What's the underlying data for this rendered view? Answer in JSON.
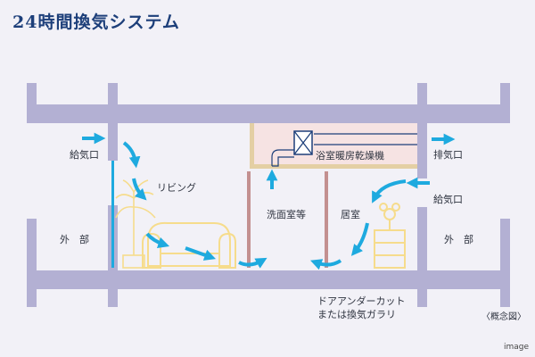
{
  "title": "24時間換気システム",
  "labels": {
    "supply_left": "給気口",
    "exhaust": "排気口",
    "supply_right": "給気口",
    "outside_left": "外　部",
    "outside_right": "外　部",
    "living": "リビング",
    "washroom": "洗面室等",
    "bedroom": "居室",
    "bath_dryer": "浴室暖房乾燥機"
  },
  "caption": {
    "line1": "ドアアンダーカット",
    "line2": "または換気ガラリ"
  },
  "concept_note": "〈概念図〉",
  "credit": "image",
  "colors": {
    "wall": "#b3b0d3",
    "arrow": "#1eaadf",
    "ceiling_room": "#f6e3e3",
    "duct_beam": "#e4cfa4",
    "furniture": "#f6dc8c",
    "pipe": "#c39090",
    "title": "#1d3f7a"
  }
}
